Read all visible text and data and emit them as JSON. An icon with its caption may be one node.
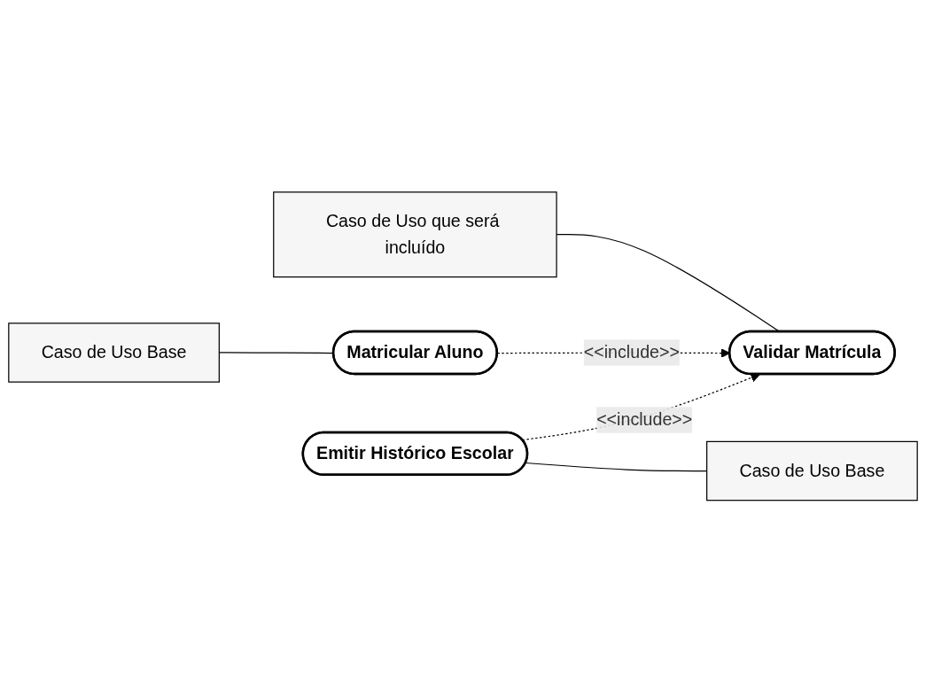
{
  "diagram": {
    "nodes": [
      {
        "text": [
          "Caso de Uso Base"
        ]
      },
      {
        "text": [
          "Matricular Aluno"
        ]
      },
      {
        "text": [
          "Caso de Uso que será incluído"
        ]
      },
      {
        "text": [
          "Validar Matrícula"
        ]
      },
      {
        "text": [
          "Emitir Histórico Escolar"
        ]
      },
      {
        "text": [
          "Caso de Uso Base"
        ]
      }
    ],
    "edges": [
      {
        "from": 0,
        "to": 1,
        "arrow": "none"
      },
      {
        "from": 2,
        "to": 3,
        "arrow": "none"
      },
      {
        "from": 1,
        "to": 3,
        "arrow": "to",
        "label": "<<include>>",
        "style": "dashed"
      },
      {
        "from": 4,
        "to": 3,
        "arrow": "to",
        "label": "<<include>>",
        "style": "dashed"
      },
      {
        "from": 4,
        "to": 5,
        "arrow": "none"
      }
    ]
  }
}
